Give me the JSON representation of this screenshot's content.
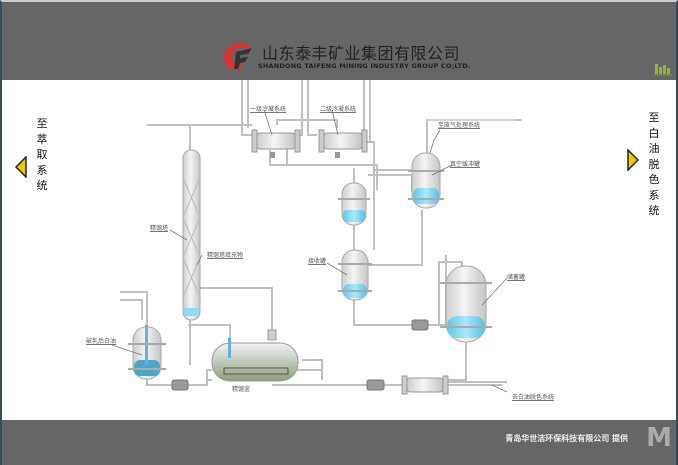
{
  "header": {
    "company_cn": "山东泰丰矿业集团有限公司",
    "company_en": "SHANDONG TAIFENG MINING INDUSTRY GROUP CO;LTD.",
    "logo_icon": "taifeng-logo-icon",
    "corner_icon": "equalizer-icon"
  },
  "nav": {
    "left_label": "至萃取系统",
    "right_label": "至白油脱色系统",
    "left_icon": "triangle-left-icon",
    "right_icon": "triangle-right-icon"
  },
  "diagram": {
    "labels": {
      "condenser1": "一级冷凝系统",
      "condenser2": "二级冷凝系统",
      "exhaust": "至废气处理系统",
      "vacuum_buffer": "真空缓冲罐",
      "column": "精馏塔",
      "column_packing": "精馏塔填充物",
      "receiver": "接收罐",
      "storage": "储蓄罐",
      "demulsified_oil": "破乳后白油",
      "reboiler": "精馏釜",
      "to_decolor": "去白油脱色系统"
    },
    "colors": {
      "liquid": "#7fd8f0",
      "pipe": "#bdbdbd",
      "vessel": "#e2e2e2",
      "arrow": "#f5c400",
      "logo_red": "#e03030"
    }
  },
  "footer": {
    "provider": "青岛华世洁环保科技有限公司 提供",
    "mark": "M"
  }
}
